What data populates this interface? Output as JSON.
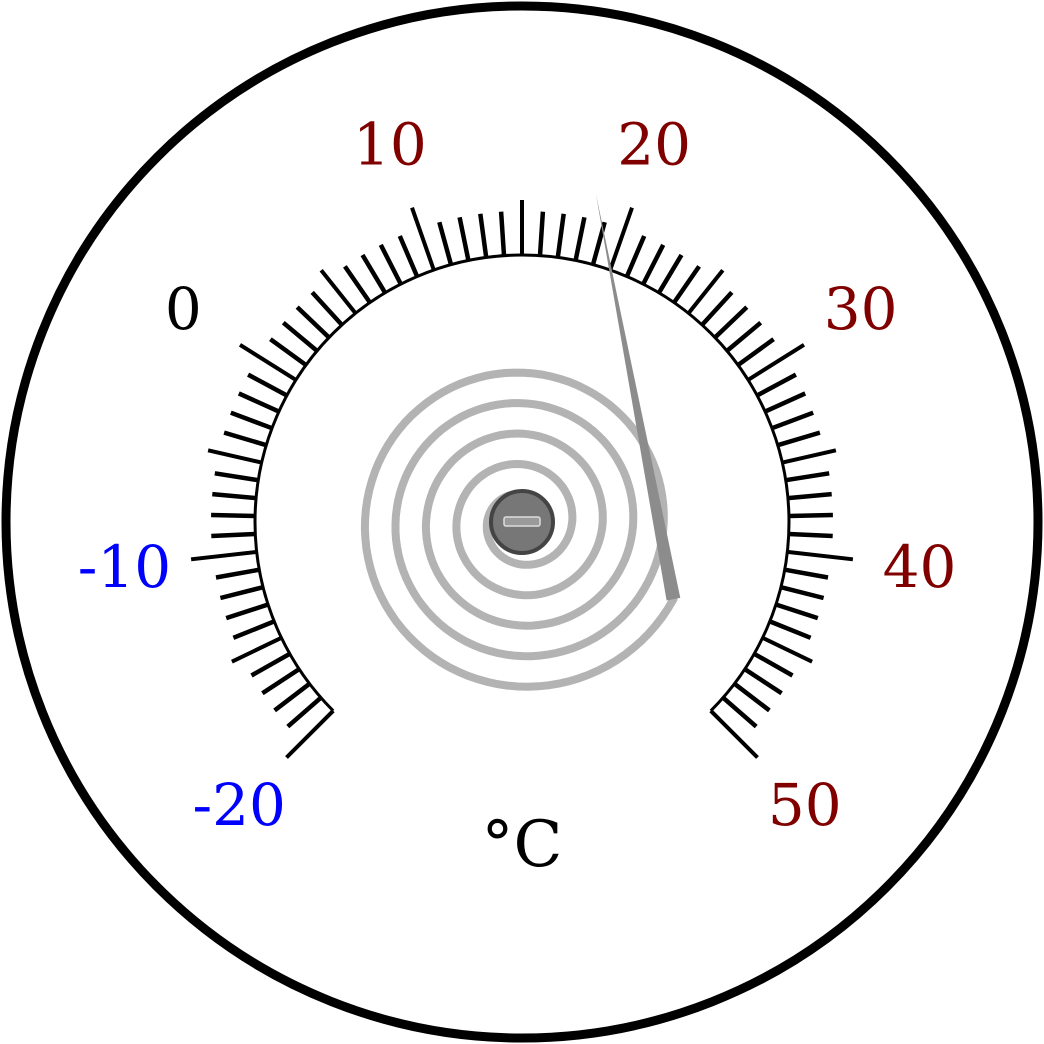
{
  "gauge": {
    "unit": "°C",
    "scale": {
      "min": -20,
      "max": 50,
      "major_step": 10,
      "medium_step": 5,
      "minor_step": 1
    },
    "reading": 18.3,
    "labels": [
      {
        "value": -20,
        "text": "-20",
        "color": "#0000ff"
      },
      {
        "value": -10,
        "text": "-10",
        "color": "#0000ff"
      },
      {
        "value": 0,
        "text": "0",
        "color": "#000000"
      },
      {
        "value": 10,
        "text": "10",
        "color": "#800000"
      },
      {
        "value": 20,
        "text": "20",
        "color": "#800000"
      },
      {
        "value": 30,
        "text": "30",
        "color": "#800000"
      },
      {
        "value": 40,
        "text": "40",
        "color": "#800000"
      },
      {
        "value": 50,
        "text": "50",
        "color": "#800000"
      }
    ],
    "colors": {
      "rim": "#000000",
      "ticks": "#000000",
      "coil": "#b3b3b3",
      "needle": "#8c8c8c",
      "hub": "#777777",
      "hub_edge": "#444444",
      "negative": "#0000ff",
      "zero": "#000000",
      "positive": "#800000"
    },
    "icons": {
      "hub": "screw-head-icon"
    }
  }
}
